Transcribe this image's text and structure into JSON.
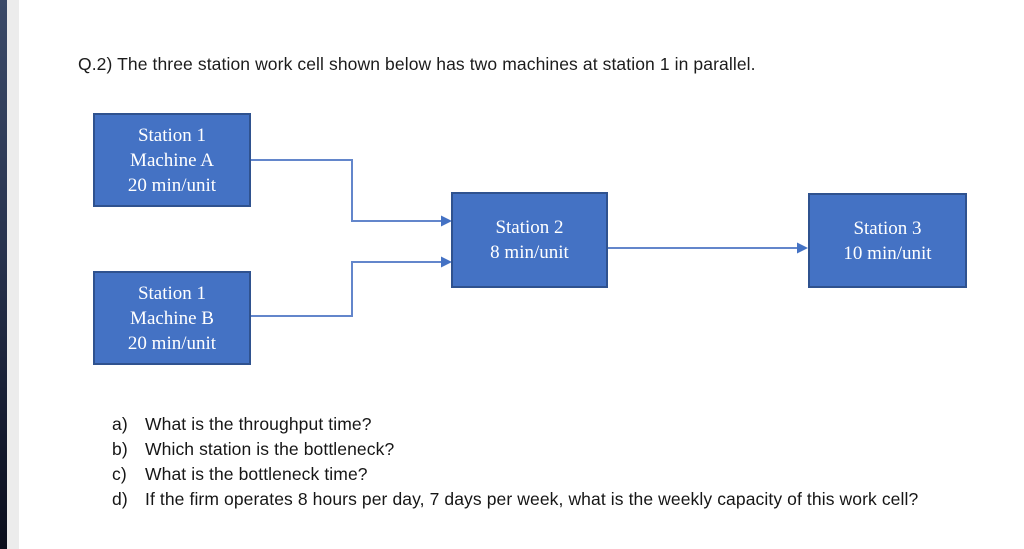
{
  "header": {
    "question": "Q.2) The three station work cell shown below has two machines at station 1 in parallel."
  },
  "diagram": {
    "boxes": [
      {
        "id": "station1-machine-a",
        "lines": [
          "Station 1",
          "Machine A",
          "20 min/unit"
        ]
      },
      {
        "id": "station1-machine-b",
        "lines": [
          "Station 1",
          "Machine B",
          "20 min/unit"
        ]
      },
      {
        "id": "station2",
        "lines": [
          "Station 2",
          "8 min/unit"
        ]
      },
      {
        "id": "station3",
        "lines": [
          "Station 3",
          "10 min/unit"
        ]
      }
    ],
    "colors": {
      "box_fill": "#4472C4",
      "box_border": "#2F528F",
      "connector": "#6386CB",
      "arrow": "#4472C4"
    }
  },
  "questions": [
    {
      "label": "a)",
      "text": "What is the throughput time?"
    },
    {
      "label": "b)",
      "text": "Which station is the bottleneck?"
    },
    {
      "label": "c)",
      "text": "What is the bottleneck time?"
    },
    {
      "label": "d)",
      "text": "If the firm operates 8 hours per day, 7 days per week, what is the weekly capacity of this work cell?"
    }
  ]
}
